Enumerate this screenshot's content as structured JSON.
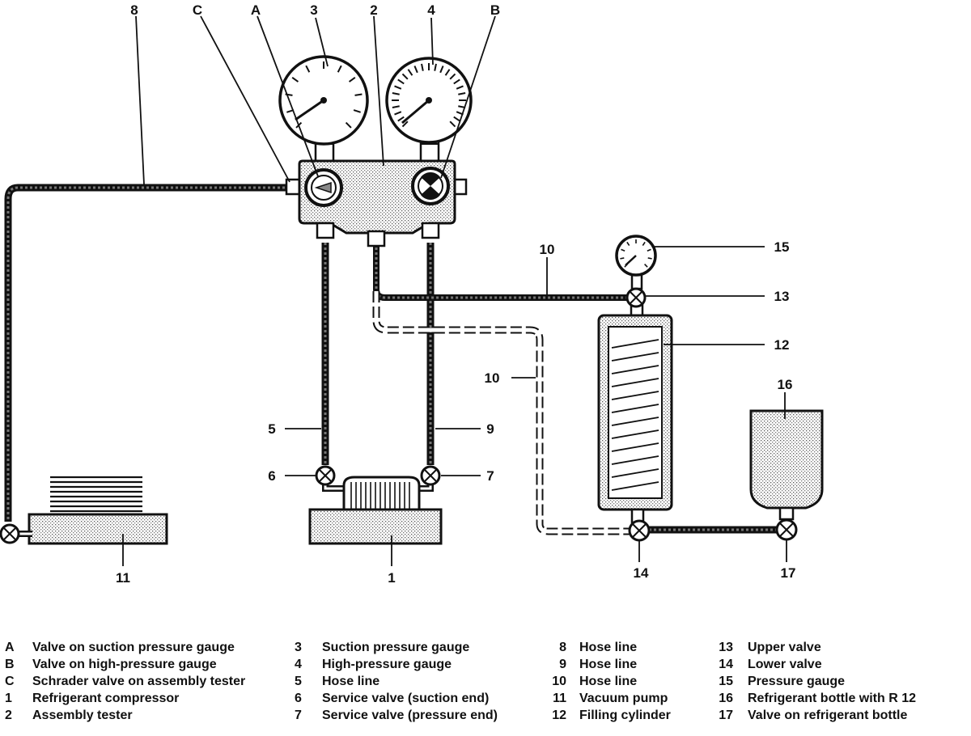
{
  "callouts": {
    "c8": "8",
    "cC": "C",
    "cA": "A",
    "c3": "3",
    "c2": "2",
    "c4": "4",
    "cB": "B",
    "c10a": "10",
    "c15": "15",
    "c13": "13",
    "c12": "12",
    "c10b": "10",
    "c16": "16",
    "c5": "5",
    "c9": "9",
    "c6": "6",
    "c7": "7",
    "c11": "11",
    "c1": "1",
    "c14": "14",
    "c17": "17"
  },
  "legend": {
    "col1": [
      {
        "key": "A",
        "text": "Valve on suction pressure gauge"
      },
      {
        "key": "B",
        "text": "Valve on high-pressure gauge"
      },
      {
        "key": "C",
        "text": "Schrader valve on assembly tester"
      },
      {
        "key": "1",
        "text": "Refrigerant compressor"
      },
      {
        "key": "2",
        "text": "Assembly tester"
      }
    ],
    "col2": [
      {
        "key": "3",
        "text": "Suction pressure gauge"
      },
      {
        "key": "4",
        "text": "High-pressure gauge"
      },
      {
        "key": "5",
        "text": "Hose line"
      },
      {
        "key": "6",
        "text": "Service valve (suction end)"
      },
      {
        "key": "7",
        "text": "Service valve (pressure end)"
      }
    ],
    "col3": [
      {
        "key": "8",
        "text": "Hose line"
      },
      {
        "key": "9",
        "text": "Hose line"
      },
      {
        "key": "10",
        "text": "Hose line"
      },
      {
        "key": "11",
        "text": "Vacuum pump"
      },
      {
        "key": "12",
        "text": "Filling cylinder"
      }
    ],
    "col4": [
      {
        "key": "13",
        "text": "Upper valve"
      },
      {
        "key": "14",
        "text": "Lower valve"
      },
      {
        "key": "15",
        "text": "Pressure gauge"
      },
      {
        "key": "16",
        "text": "Refrigerant bottle with R 12"
      },
      {
        "key": "17",
        "text": "Valve on refrigerant bottle"
      }
    ]
  }
}
